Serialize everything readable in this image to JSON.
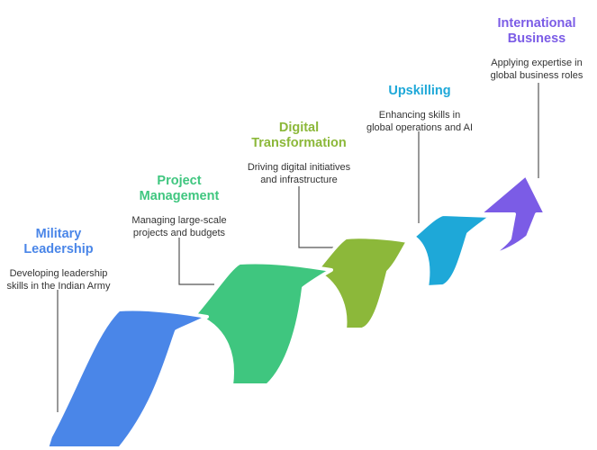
{
  "colors": {
    "military": "#4a86e8",
    "project": "#3fc67f",
    "digital": "#8cb83a",
    "upskilling": "#1ea8d8",
    "international": "#7b5ce6",
    "connector": "#555555"
  },
  "stages": [
    {
      "title_lines": [
        "Military",
        "Leadership"
      ],
      "desc_lines": [
        "Developing leadership",
        "skills in the Indian Army"
      ]
    },
    {
      "title_lines": [
        "Project",
        "Management"
      ],
      "desc_lines": [
        "Managing large-scale",
        "projects and budgets"
      ]
    },
    {
      "title_lines": [
        "Digital",
        "Transformation"
      ],
      "desc_lines": [
        "Driving digital initiatives",
        "and infrastructure"
      ]
    },
    {
      "title_lines": [
        "Upskilling"
      ],
      "desc_lines": [
        "Enhancing skills in",
        "global operations and AI"
      ]
    },
    {
      "title_lines": [
        "International",
        "Business"
      ],
      "desc_lines": [
        "Applying expertise in",
        "global business roles"
      ]
    }
  ]
}
